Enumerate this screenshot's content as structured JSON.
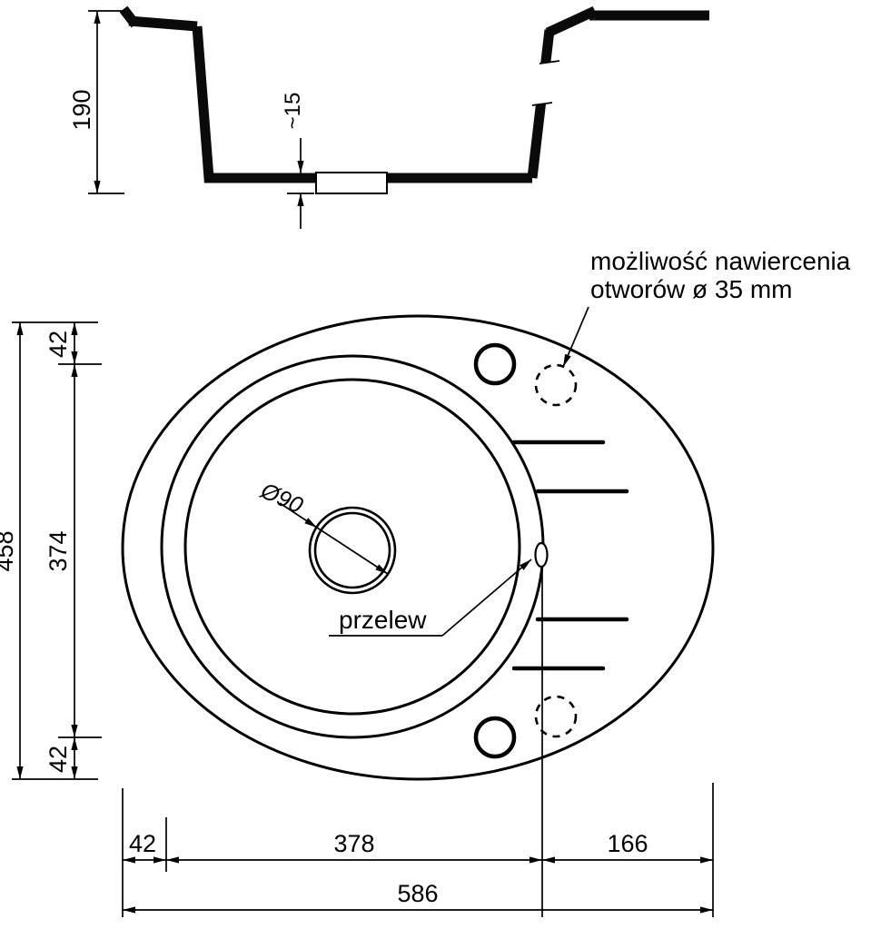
{
  "section": {
    "height": "190",
    "drain_depth": "~15"
  },
  "plan": {
    "total_height": "458",
    "top_hole_offset": "42",
    "hole_span": "374",
    "bottom_hole_offset": "42",
    "left_offset": "42",
    "bowl_span": "378",
    "right_span": "166",
    "total_width": "586",
    "drain_diameter": "Ø90",
    "overflow": "przelew",
    "drill_note_line1": "możliwość nawiercenia",
    "drill_note_line2": "otworów ø 35 mm"
  },
  "colors": {
    "line": "#000000",
    "background": "#ffffff"
  }
}
